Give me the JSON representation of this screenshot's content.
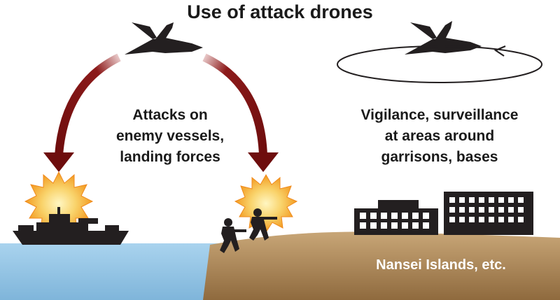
{
  "title": "Use of attack drones",
  "left_caption": [
    "Attacks on",
    "enemy vessels,",
    "landing forces"
  ],
  "right_caption": [
    "Vigilance, surveillance",
    "at areas around",
    "garrisons, bases"
  ],
  "island_label": "Nansei Islands, etc.",
  "colors": {
    "arrow": "#7a0f0f",
    "sea": "#9fc9e6",
    "land": "#b08c5c",
    "explosion": "#f5a623",
    "silhouette": "#231f20"
  },
  "icons": [
    "drone-icon",
    "orbit-arrow-icon",
    "explosion-icon",
    "warship-icon",
    "soldier-icon",
    "building-icon"
  ]
}
